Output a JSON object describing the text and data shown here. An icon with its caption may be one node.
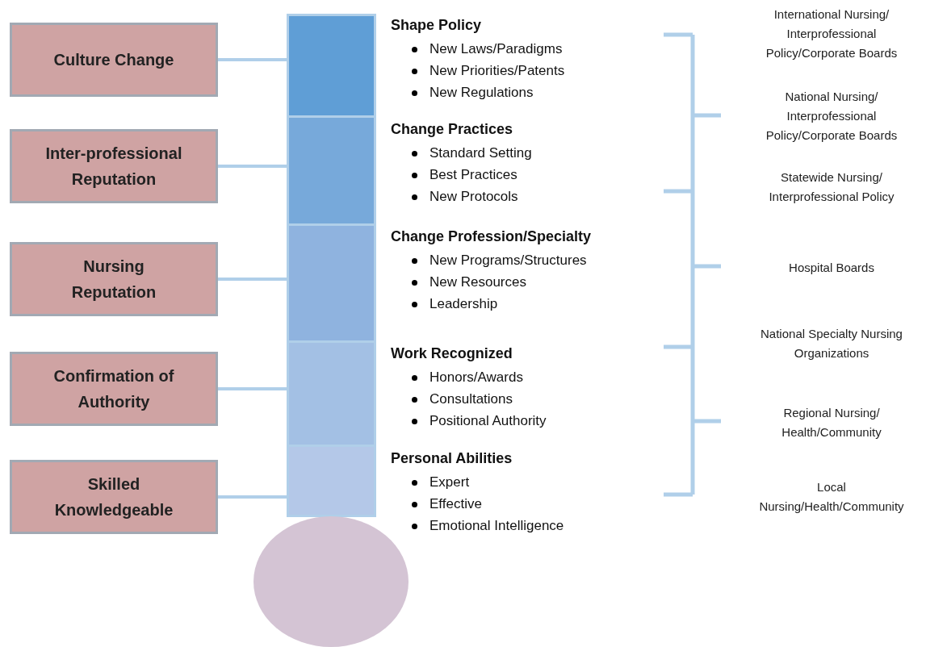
{
  "diagram": {
    "nodes": [
      {
        "text": [
          "Culture Change"
        ]
      },
      {
        "text": [
          "Inter-professional Reputation"
        ]
      },
      {
        "text": [
          "Nursing Reputation"
        ]
      },
      {
        "text": [
          "Confirmation of Authority"
        ]
      },
      {
        "text": [
          "Skilled Knowledgeable"
        ]
      },
      {
        "text": [],
        "shape": "bar",
        "beside": [
          "Shape Policy",
          "New Laws/Paradigms",
          "New Priorities/Patents",
          "New Regulations"
        ]
      },
      {
        "text": [],
        "shape": "bar",
        "beside": [
          "Change Practices",
          "Standard Setting",
          "Best Practices",
          "New Protocols"
        ]
      },
      {
        "text": [],
        "shape": "bar",
        "beside": [
          "Change Profession/Specialty",
          "New Programs/Structures",
          "New Resources",
          "Leadership"
        ]
      },
      {
        "text": [],
        "shape": "bar",
        "beside": [
          "Work Recognized",
          "Honors/Awards",
          "Consultations",
          "Positional Authority"
        ]
      },
      {
        "text": [],
        "shape": "bar",
        "beside": [
          "Personal Abilities",
          "Expert",
          "Effective",
          "Emotional Intelligence"
        ]
      },
      {
        "text": [],
        "shape": "circle"
      }
    ],
    "edges": [
      {
        "from": 0,
        "to": 5,
        "arrow": "none"
      },
      {
        "from": 1,
        "to": 6,
        "arrow": "none"
      },
      {
        "from": 2,
        "to": 7,
        "arrow": "none"
      },
      {
        "from": 3,
        "to": 8,
        "arrow": "none"
      },
      {
        "from": 4,
        "to": 9,
        "arrow": "none"
      }
    ],
    "labels": [
      "International Nursing/ Interprofessional Policy/Corporate Boards",
      "National Nursing/ Interprofessional Policy/Corporate Boards",
      "Statewide Nursing/ Interprofessional Policy",
      "Hospital Boards",
      "National Specialty Nursing Organizations",
      "Regional Nursing/ Health/Community",
      "Local Nursing/Health/Community"
    ]
  }
}
